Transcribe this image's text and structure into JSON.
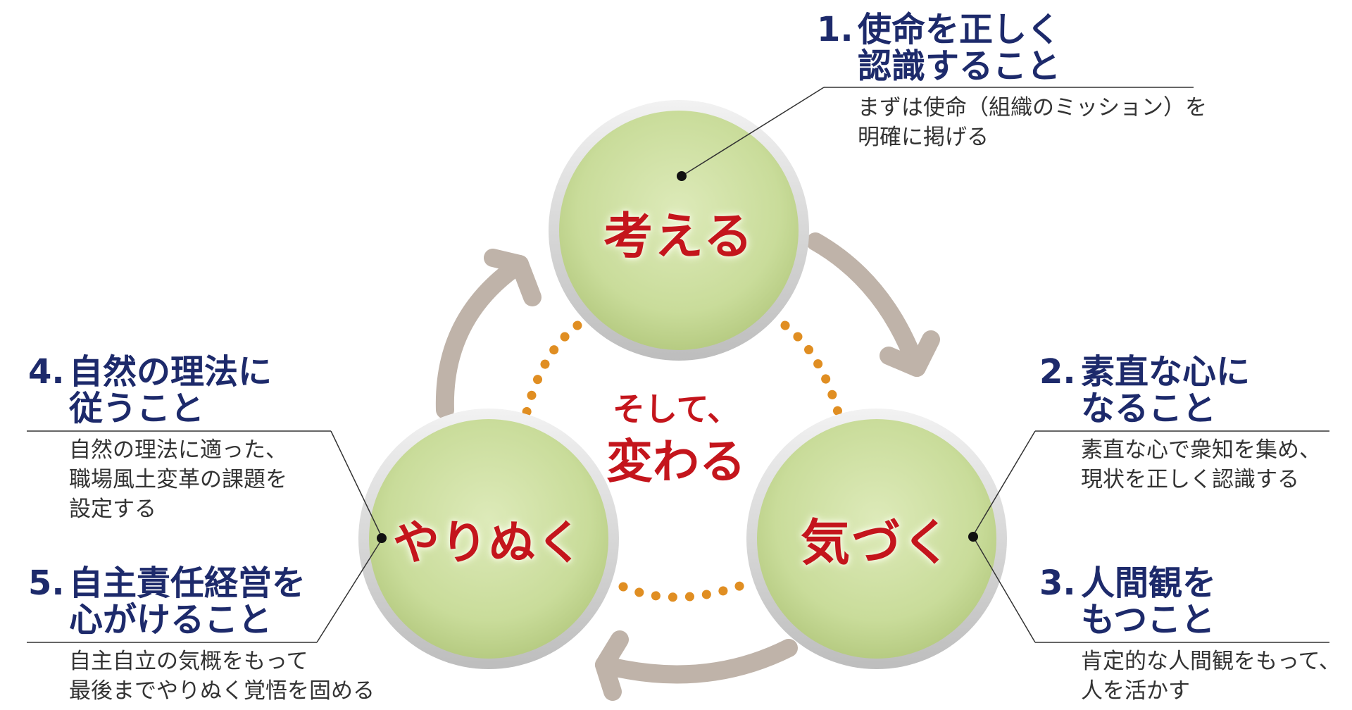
{
  "colors": {
    "circle_fill": "#c9dc9a",
    "circle_ring": "#d8d8d8",
    "arrow": "#bfb3a9",
    "dots": "#e08e22",
    "circle_text": "#c4151c",
    "title_text": "#1d2a6b",
    "leader_line": "#333333"
  },
  "circles": {
    "think": "考える",
    "notice": "気づく",
    "persist": "やりぬく"
  },
  "center": {
    "small": "そして、",
    "big": "変わる"
  },
  "points": [
    {
      "num": "1.",
      "title": [
        "使命を正しく",
        "認識すること"
      ],
      "desc": [
        "まずは使命（組織のミッション）を",
        "明確に掲げる"
      ]
    },
    {
      "num": "2.",
      "title": [
        "素直な心に",
        "なること"
      ],
      "desc": [
        "素直な心で衆知を集め、",
        "現状を正しく認識する"
      ]
    },
    {
      "num": "3.",
      "title": [
        "人間観を",
        "もつこと"
      ],
      "desc": [
        "肯定的な人間観をもって、",
        "人を活かす"
      ]
    },
    {
      "num": "4.",
      "title": [
        "自然の理法に",
        "従うこと"
      ],
      "desc": [
        "自然の理法に適った、",
        "職場風土変革の課題を",
        "設定する"
      ]
    },
    {
      "num": "5.",
      "title": [
        "自主責任経営を",
        "心がけること"
      ],
      "desc": [
        "自主自立の気概をもって",
        "最後までやりぬく覚悟を固める"
      ]
    }
  ]
}
